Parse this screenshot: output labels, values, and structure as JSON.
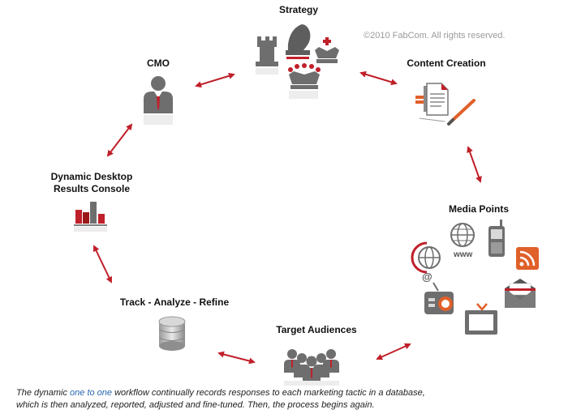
{
  "copyright": "©2010 FabCom. All rights reserved.",
  "nodes": {
    "strategy": "Strategy",
    "content_creation": "Content Creation",
    "media_points": "Media Points",
    "target_audiences": "Target Audiences",
    "track": "Track - Analyze - Refine",
    "console_line1": "Dynamic Desktop",
    "console_line2": "Results Console",
    "cmo": "CMO"
  },
  "media_glyphs": {
    "www": "www",
    "at": "@"
  },
  "caption": {
    "part1": "The dynamic ",
    "link": "one to one",
    "part2": " workflow continually records responses to each marketing tactic in a database,",
    "line2": "which is then analyzed, reported, adjusted and fine-tuned. Then, the process begins again."
  },
  "colors": {
    "accent_red": "#c0202a",
    "icon_gray": "#6b6b6b",
    "text": "#111111"
  }
}
